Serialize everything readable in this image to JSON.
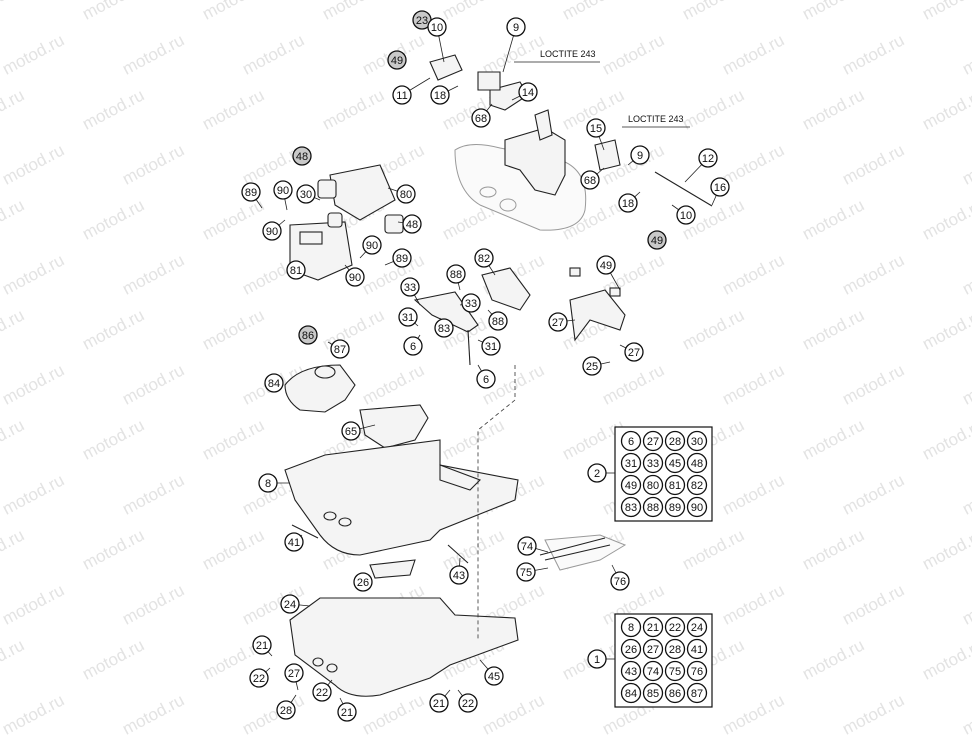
{
  "watermark": "motod.ru",
  "loctite_labels": [
    "LOCTITE 243",
    "LOCTITE 243"
  ],
  "callouts": {
    "c23": "23",
    "c10a": "10",
    "c9a": "9",
    "c49a": "49",
    "c11": "11",
    "c18a": "18",
    "c14": "14",
    "c68a": "68",
    "c15": "15",
    "c9b": "9",
    "c68b": "68",
    "c12": "12",
    "c16": "16",
    "c18b": "18",
    "c10b": "10",
    "c49b": "49",
    "c48a": "48",
    "c30": "30",
    "c80": "80",
    "c89a": "89",
    "c90a": "90",
    "c90b": "90",
    "c48b": "48",
    "c90c": "90",
    "c89b": "89",
    "c81": "81",
    "c90d": "90",
    "c82": "82",
    "c88a": "88",
    "c33a": "33",
    "c33b": "33",
    "c88b": "88",
    "c31a": "31",
    "c83": "83",
    "c6a": "6",
    "c31b": "31",
    "c6b": "6",
    "c49c": "49",
    "c27a": "27",
    "c27b": "27",
    "c25": "25",
    "c86": "86",
    "c87": "87",
    "c84": "84",
    "c65": "65",
    "c8": "8",
    "c41": "41",
    "c26": "26",
    "c43": "43",
    "c74": "74",
    "c75": "75",
    "c76": "76",
    "c24": "24",
    "c21a": "21",
    "c22a": "22",
    "c27c": "27",
    "c28": "28",
    "c22b": "22",
    "c21b": "21",
    "c21c": "21",
    "c22c": "22",
    "c45": "45",
    "c2": "2",
    "c1": "1"
  },
  "kit_2": [
    "6",
    "27",
    "28",
    "30",
    "31",
    "33",
    "45",
    "48",
    "49",
    "80",
    "81",
    "82",
    "83",
    "88",
    "89",
    "90"
  ],
  "kit_1": [
    "8",
    "21",
    "22",
    "24",
    "26",
    "27",
    "28",
    "41",
    "43",
    "74",
    "75",
    "76",
    "84",
    "85",
    "86",
    "87"
  ]
}
